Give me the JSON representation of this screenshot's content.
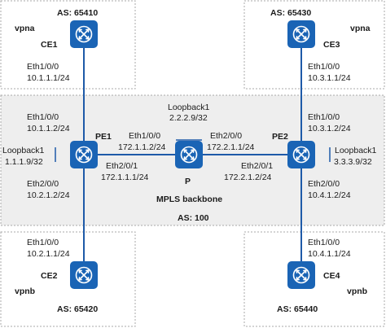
{
  "colors": {
    "router": "#1a64b5",
    "link": "#1e5aa8",
    "backbone_fill": "#eeeeee",
    "border": "#a8a8a8"
  },
  "icons": {
    "router": "router-icon"
  },
  "sites": {
    "ce1": {
      "as": "AS: 65410",
      "vpn": "vpna"
    },
    "ce3": {
      "as": "AS: 65430",
      "vpn": "vpna"
    },
    "ce2": {
      "as": "AS: 65420",
      "vpn": "vpnb"
    },
    "ce4": {
      "as": "AS: 65440",
      "vpn": "vpnb"
    }
  },
  "backbone": {
    "title": "MPLS backbone",
    "as": "AS: 100"
  },
  "routers": {
    "ce1": {
      "name": "CE1",
      "if": "Eth1/0/0",
      "ip": "10.1.1.1/24"
    },
    "ce3": {
      "name": "CE3",
      "if": "Eth1/0/0",
      "ip": "10.3.1.1/24"
    },
    "ce2": {
      "name": "CE2",
      "if": "Eth1/0/0",
      "ip": "10.2.1.1/24"
    },
    "ce4": {
      "name": "CE4",
      "if": "Eth1/0/0",
      "ip": "10.4.1.1/24"
    },
    "pe1": {
      "name": "PE1",
      "up_if": "Eth1/0/0",
      "up_ip": "10.1.1.2/24",
      "down_if": "Eth2/0/0",
      "down_ip": "10.2.1.2/24",
      "lb_if": "Loopback1",
      "lb_ip": "1.1.1.9/32",
      "core_if": "Eth2/0/1",
      "core_ip": "172.1.1.1/24"
    },
    "p": {
      "name": "P",
      "lb_if": "Loopback1",
      "lb_ip": "2.2.2.9/32",
      "left_if": "Eth1/0/0",
      "left_ip": "172.1.1.2/24",
      "right_if": "Eth2/0/0",
      "right_ip": "172.2.1.1/24"
    },
    "pe2": {
      "name": "PE2",
      "up_if": "Eth1/0/0",
      "up_ip": "10.3.1.2/24",
      "down_if": "Eth2/0/0",
      "down_ip": "10.4.1.2/24",
      "lb_if": "Loopback1",
      "lb_ip": "3.3.3.9/32",
      "core_if": "Eth2/0/1",
      "core_ip": "172.2.1.2/24"
    }
  }
}
